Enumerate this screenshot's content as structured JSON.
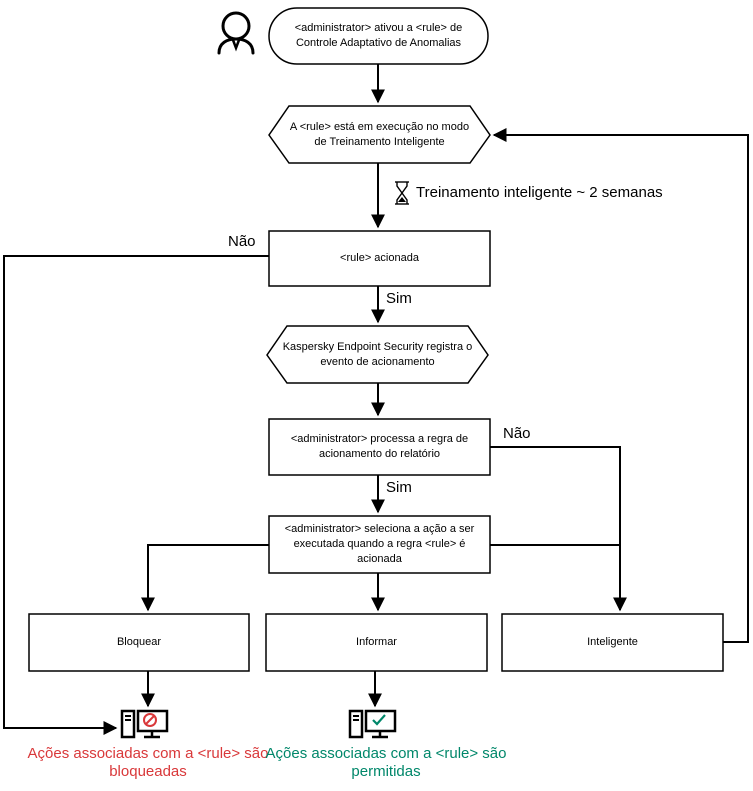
{
  "nodes": {
    "start": "<administrator> ativou a <rule> de Controle Adaptativo de Anomalias",
    "smart_training_mode": "A <rule> está em execução no modo de Treinamento Inteligente",
    "rule_triggered": "<rule> acionada",
    "kes_logs_event": "Kaspersky Endpoint Security registra o evento de acionamento",
    "admin_processes": "<administrator> processa a regra de acionamento do relatório",
    "admin_selects_action": "<administrator> seleciona a ação a ser executada quando a regra <rule> é acionada",
    "action_block": "Bloquear",
    "action_inform": "Informar",
    "action_smart": "Inteligente"
  },
  "edge_labels": {
    "training_duration": "Treinamento inteligente ~ 2 semanas",
    "triggered_no": "Não",
    "triggered_yes": "Sim",
    "processes_no": "Não",
    "processes_yes": "Sim"
  },
  "outcomes": {
    "blocked": "Ações associadas com a <rule> são bloqueadas",
    "allowed": "Ações associadas com a <rule> são permitidas"
  },
  "colors": {
    "line": "#000000",
    "blocked": "#d9383a",
    "allowed": "#00876a"
  },
  "icons": {
    "start": "administrator-icon",
    "duration": "hourglass-icon",
    "blocked": "computer-blocked-icon",
    "allowed": "computer-allowed-icon"
  }
}
